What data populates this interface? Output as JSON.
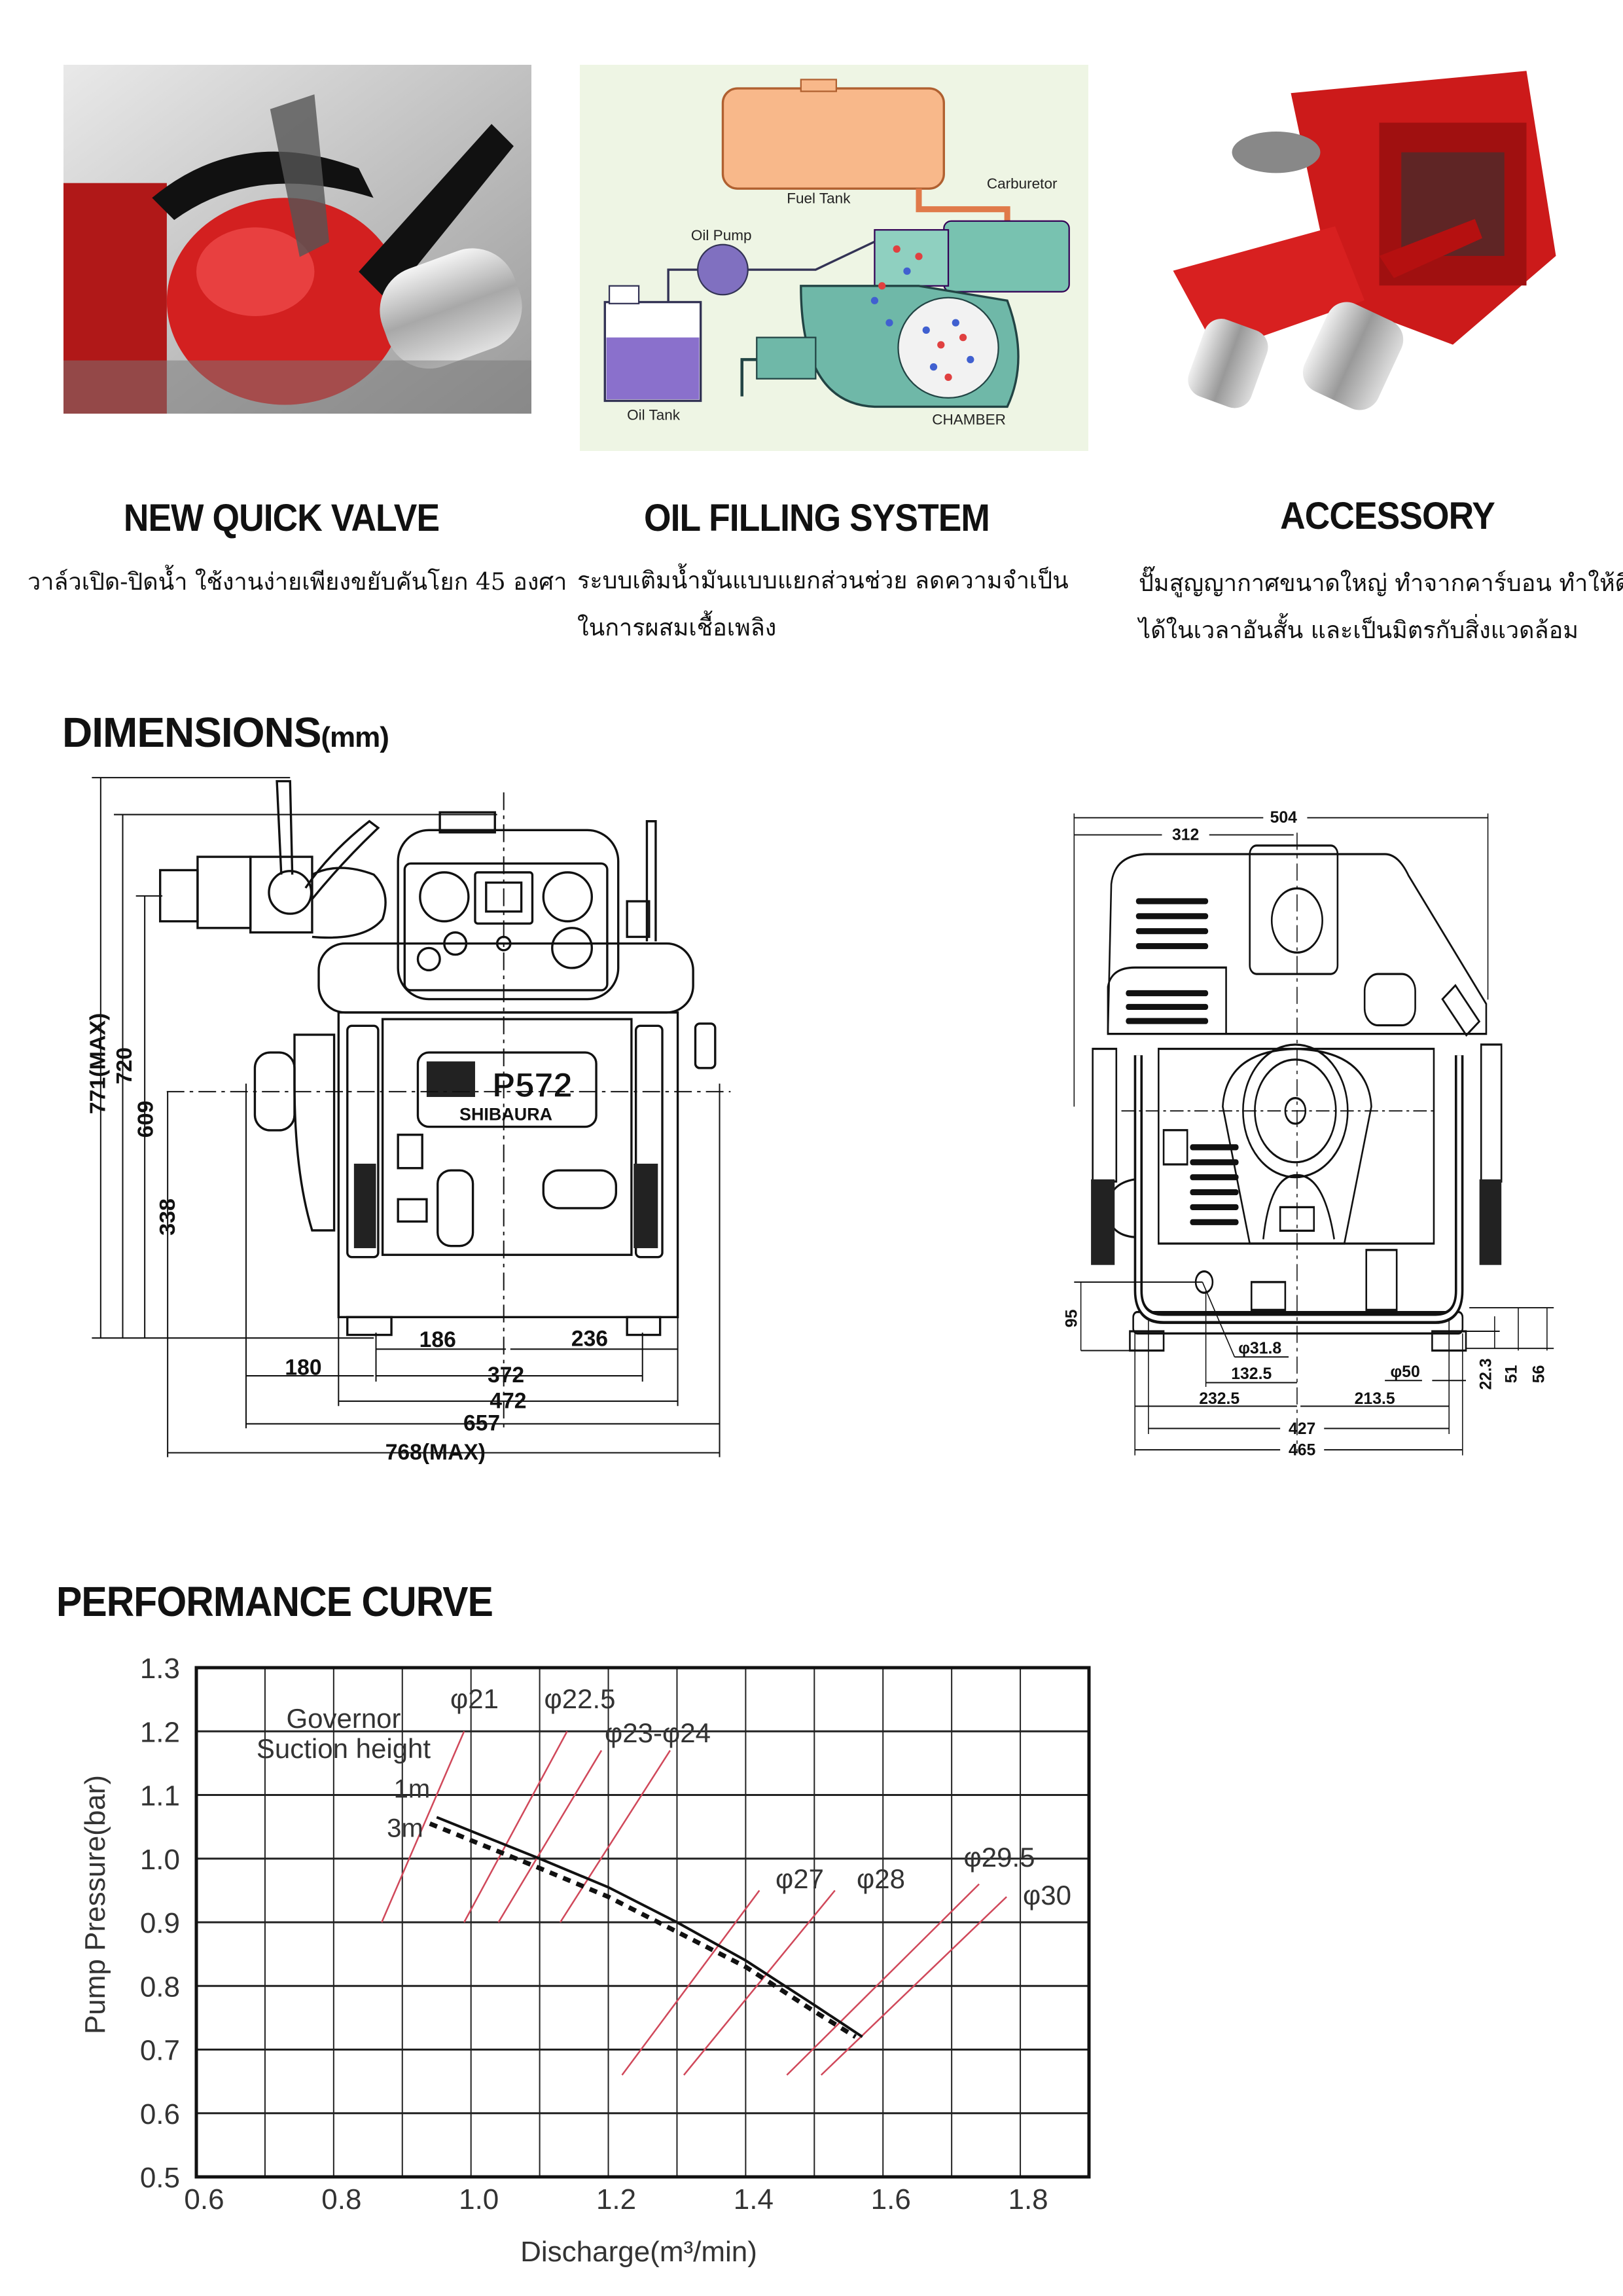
{
  "features": [
    {
      "title": "NEW QUICK VALVE",
      "desc": [
        "วาล์วเปิด-ปิดน้ำ ใช้งานง่ายเพียงขยับคันโยก 45 องศา"
      ]
    },
    {
      "title": "OIL FILLING SYSTEM",
      "desc": [
        "ระบบเติมน้ำมันแบบแยกส่วนช่วย ลดความจำเป็น",
        "ในการผสมเชื้อเพลิง"
      ]
    },
    {
      "title": "ACCESSORY",
      "desc": [
        "ปั๊มสูญญากาศขนาดใหญ่ ทำจากคาร์บอน ทำให้ดึงน้ำ",
        "ได้ในเวลาอันสั้น และเป็นมิตรกับสิ่งแวดล้อม"
      ]
    }
  ],
  "oil_diagram": {
    "fuel_tank": "Fuel Tank",
    "carburetor": "Carburetor",
    "oil_pump": "Oil Pump",
    "oil_tank": "Oil Tank",
    "chamber": "CHAMBER"
  },
  "dimensions": {
    "title": "DIMENSIONS",
    "unit": "(mm)",
    "side_view": {
      "model": "P572",
      "brand": "SHIBAURA",
      "h_771": "771(MAX)",
      "h_720": "720",
      "h_609": "609",
      "h_338": "338",
      "w_186": "186",
      "w_236": "236",
      "w_180": "180",
      "w_372": "372",
      "w_472": "472",
      "w_657": "657",
      "w_768": "768(MAX)"
    },
    "front_view": {
      "w_504": "504",
      "w_312": "312",
      "h_95": "95",
      "d_31_8": "φ31.8",
      "w_132_5": "132.5",
      "d_50": "φ50",
      "w_232_5": "232.5",
      "w_213_5": "213.5",
      "w_427": "427",
      "w_465": "465",
      "h_22_3": "22.3",
      "h_51": "51",
      "h_56": "56"
    }
  },
  "performance": {
    "title": "PERFORMANCE CURVE"
  },
  "chart_data": {
    "type": "line",
    "title": "PERFORMANCE CURVE",
    "xlabel": "Discharge(m³/min)",
    "ylabel": "Pump Pressure(bar)",
    "xlim": [
      0.6,
      1.9
    ],
    "ylim": [
      0.5,
      1.3
    ],
    "xticks": [
      0.6,
      0.8,
      1.0,
      1.2,
      1.4,
      1.6,
      1.8
    ],
    "xtick_labels": [
      "0.6",
      "0.8",
      "1.0",
      "1.2",
      "1.4",
      "1.6",
      "1.8"
    ],
    "yticks": [
      0.5,
      0.6,
      0.7,
      0.8,
      0.9,
      1.0,
      1.1,
      1.2,
      1.3
    ],
    "ytick_labels": [
      "0.5",
      "0.6",
      "0.7",
      "0.8",
      "0.9",
      "1.0",
      "1.1",
      "1.2",
      "1.3"
    ],
    "grid": true,
    "annotation_governor": "Governor",
    "annotation_suction": "Suction height",
    "series": [
      {
        "name": "1m",
        "style": "solid",
        "x": [
          0.95,
          1.1,
          1.2,
          1.3,
          1.4,
          1.45,
          1.5,
          1.57
        ],
        "y": [
          1.065,
          1.0,
          0.955,
          0.9,
          0.84,
          0.805,
          0.77,
          0.72
        ]
      },
      {
        "name": "3m",
        "style": "dashed",
        "x": [
          0.94,
          1.1,
          1.2,
          1.3,
          1.4,
          1.45,
          1.5,
          1.56
        ],
        "y": [
          1.055,
          0.985,
          0.94,
          0.885,
          0.83,
          0.795,
          0.76,
          0.72
        ]
      }
    ],
    "nozzle_lines": [
      {
        "name": "φ21",
        "x": [
          0.87,
          0.99
        ],
        "y": [
          0.9,
          1.2
        ]
      },
      {
        "name": "φ22.5",
        "x": [
          0.99,
          1.14
        ],
        "y": [
          0.9,
          1.2
        ]
      },
      {
        "name": "φ23-φ24",
        "x": [
          1.04,
          1.19
        ],
        "y": [
          0.9,
          1.17
        ]
      },
      {
        "name": "",
        "x": [
          1.13,
          1.29
        ],
        "y": [
          0.9,
          1.17
        ]
      },
      {
        "name": "φ27",
        "x": [
          1.22,
          1.42
        ],
        "y": [
          0.66,
          0.95
        ]
      },
      {
        "name": "φ28",
        "x": [
          1.31,
          1.53
        ],
        "y": [
          0.66,
          0.95
        ]
      },
      {
        "name": "φ29.5",
        "x": [
          1.46,
          1.74
        ],
        "y": [
          0.66,
          0.96
        ]
      },
      {
        "name": "φ30",
        "x": [
          1.51,
          1.78
        ],
        "y": [
          0.66,
          0.94
        ]
      }
    ],
    "colors": {
      "curve": "#111111",
      "nozzle": "#d0485a",
      "grid": "#222222"
    }
  }
}
